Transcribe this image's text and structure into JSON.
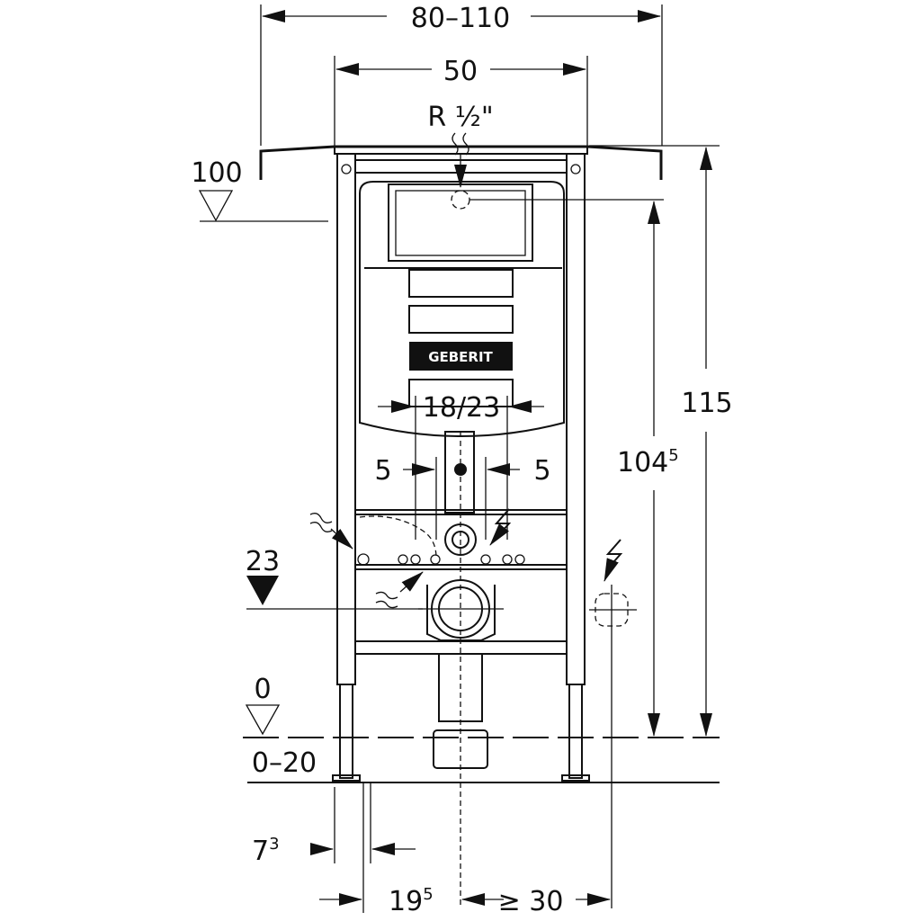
{
  "drawing": {
    "brand": "GEBERIT",
    "dims": {
      "overall_width": "80–110",
      "frame_width": "50",
      "water_connection": "R ½\"",
      "top_level": "100",
      "height_total": "115",
      "height_inner": "104",
      "height_inner_sup": "5",
      "flush_spacing": "18/23",
      "offset_left": "5",
      "offset_right": "5",
      "outlet_height": "23",
      "floor_level": "0",
      "floor_range": "0–20",
      "leg_offset": "7",
      "leg_offset_sup": "3",
      "axis_offset": "19",
      "axis_offset_sup": "5",
      "min_distance": "≥ 30"
    }
  }
}
